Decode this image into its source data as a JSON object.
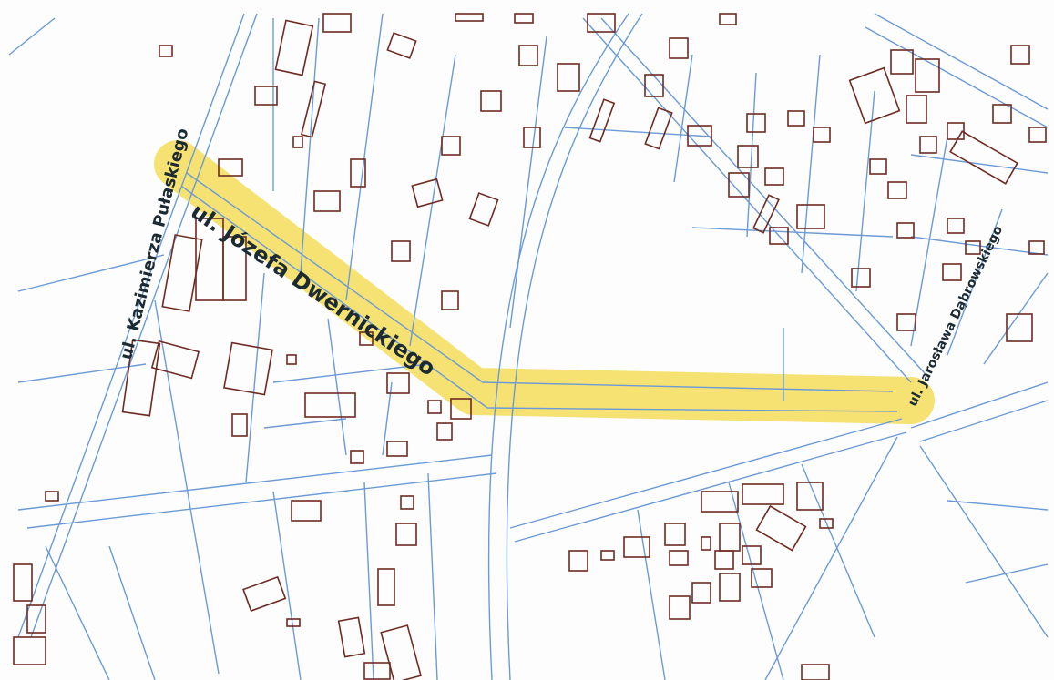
{
  "map": {
    "streets": {
      "dwernickiego": "ul. Józefa Dwernickiego",
      "pulaskiego": "ul. Kazimierza Pułaskiego",
      "dabrowskiego": "ul. Jarosława Dąbrowskiego"
    },
    "colors": {
      "highlight": "#f4dc5a",
      "parcel_line": "#6b9ad6",
      "building_outline": "#6e2b22",
      "label_text": "#1b2a33"
    }
  }
}
